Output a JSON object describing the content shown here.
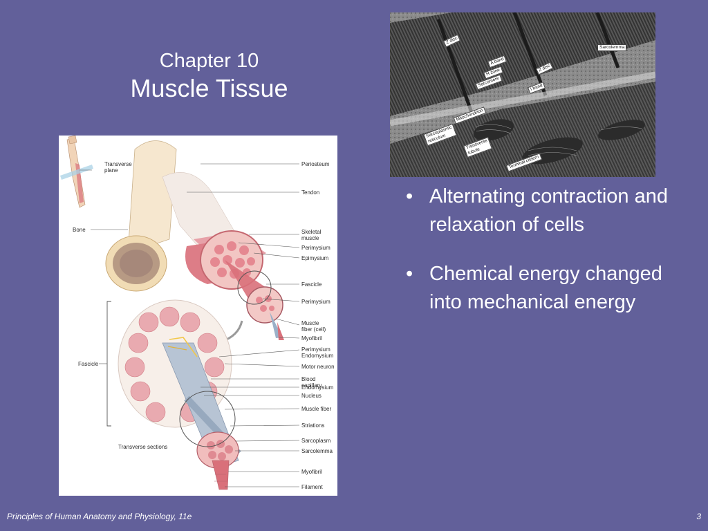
{
  "slide": {
    "chapter": "Chapter 10",
    "title": "Muscle Tissue",
    "bullets": [
      "Alternating contraction and relaxation of cells",
      "Chemical energy changed into mechanical energy"
    ],
    "bullet_glyph": "•",
    "footer": "Principles of Human Anatomy and Physiology, 11e",
    "page_number": "3"
  },
  "anatomy_figure": {
    "left_labels": {
      "transverse_plane": "Transverse\nplane",
      "bone": "Bone",
      "fascicle": "Fascicle",
      "transverse_sections": "Transverse sections"
    },
    "right_labels": [
      "Periosteum",
      "Tendon",
      "Skeletal\nmuscle",
      "Perimysium",
      "Epimysium",
      "Fascicle",
      "Perimysium",
      "Muscle\nfiber (cell)",
      "Myofibril",
      "Perimysium\nEndomysium",
      "Motor neuron",
      "Blood capillary",
      "Endomysium",
      "Nucleus",
      "Muscle fiber",
      "Striations",
      "Sarcoplasm",
      "Sarcolemma",
      "Myofibril",
      "Filament"
    ]
  },
  "micrograph": {
    "labels": {
      "z_disc_1": "Z disc",
      "sarcolemma": "Sarcolemma",
      "a_band": "A band",
      "h_zone": "H zone",
      "z_disc_2": "Z disc",
      "sarcomere": "Sarcomere",
      "i_band": "I band",
      "mitochondrion": "Mitochondrion",
      "sarcoplasmic_reticulum": "Sarcoplasmic\nreticulum",
      "transverse_tubule": "Transverse\ntubule",
      "terminal_cistern": "Terminal cistern"
    }
  },
  "colors": {
    "background": "#62609a",
    "text": "#ffffff",
    "muscle": "#d9707a",
    "bone": "#f2e2c6"
  }
}
